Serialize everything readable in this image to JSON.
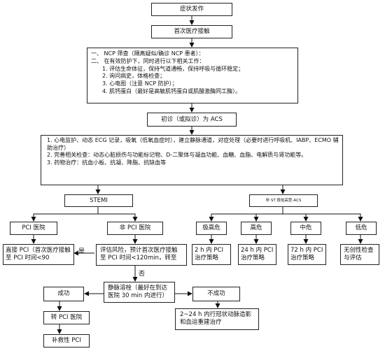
{
  "nodes": {
    "onset": "症状发作",
    "first_contact": "首次医疗接触",
    "actions": {
      "line1": "一、 NCP 筛查（隔离疑似/确诊 NCP 患者）：",
      "line2": "二、 在有效防护下，同时进行以下相关工作：",
      "items": [
        "1. 评估生命体征，保持气道通畅，保持呼吸与循环稳定；",
        "2. 询问病史，体格检查；",
        "3. 心电图（注意 NCP 防护）；",
        "4. 肌钙蛋白（最好是高敏肌钙蛋白或肌酸激酶同工酶）。"
      ]
    },
    "diagnosis": "初诊（或拟诊）为 ACS",
    "workup": [
      "1. 心电监护、动态 ECG 记录，吸氧（低氧血症时），建立静脉通道，对症处理（必要时进行呼吸机、IABP、ECMO 辅助治疗）",
      "2. 完善相关检查：动态心脏损伤与功能标记物、D-二聚体与凝血功能、血糖、血脂、电解质与肾功能等。",
      "3. 药物治疗：抗血小板、抗凝、降脂、抗缺血等"
    ],
    "stemi": "STEMI",
    "nste_acs": "非 ST 段抬高型-ACS",
    "pci_hospital": "PCI 医院",
    "non_pci_hospital": "非 PCI 医院",
    "direct_pci": "直接 PCI（首次医疗接触至 PCI 时间<90",
    "risk_eval": "评估风险，预计首次医疗接触至 PCI 时间<120min，转至",
    "very_high": "极高危",
    "high": "高危",
    "intermediate": "中危",
    "low": "低危",
    "very_high_strategy": "2 h 内 PCI 治疗策略",
    "high_strategy": "24 h 内 PCI 治疗策略",
    "intermediate_strategy": "72 h 内 PCI 治疗策略",
    "low_strategy": "无创性检查与评估",
    "thrombolysis": "静脉溶栓（最好在到达医院 30 min 内进行）",
    "success": "成功",
    "failure": "不成功",
    "transfer_pci": "转 PCI 医院",
    "rescue_pci": "补救性 PCI",
    "post_lysis": "2~24 h 内行冠状动脉造影和血运重建治疗"
  },
  "edge_labels": {
    "yes": "是",
    "no": "否"
  }
}
